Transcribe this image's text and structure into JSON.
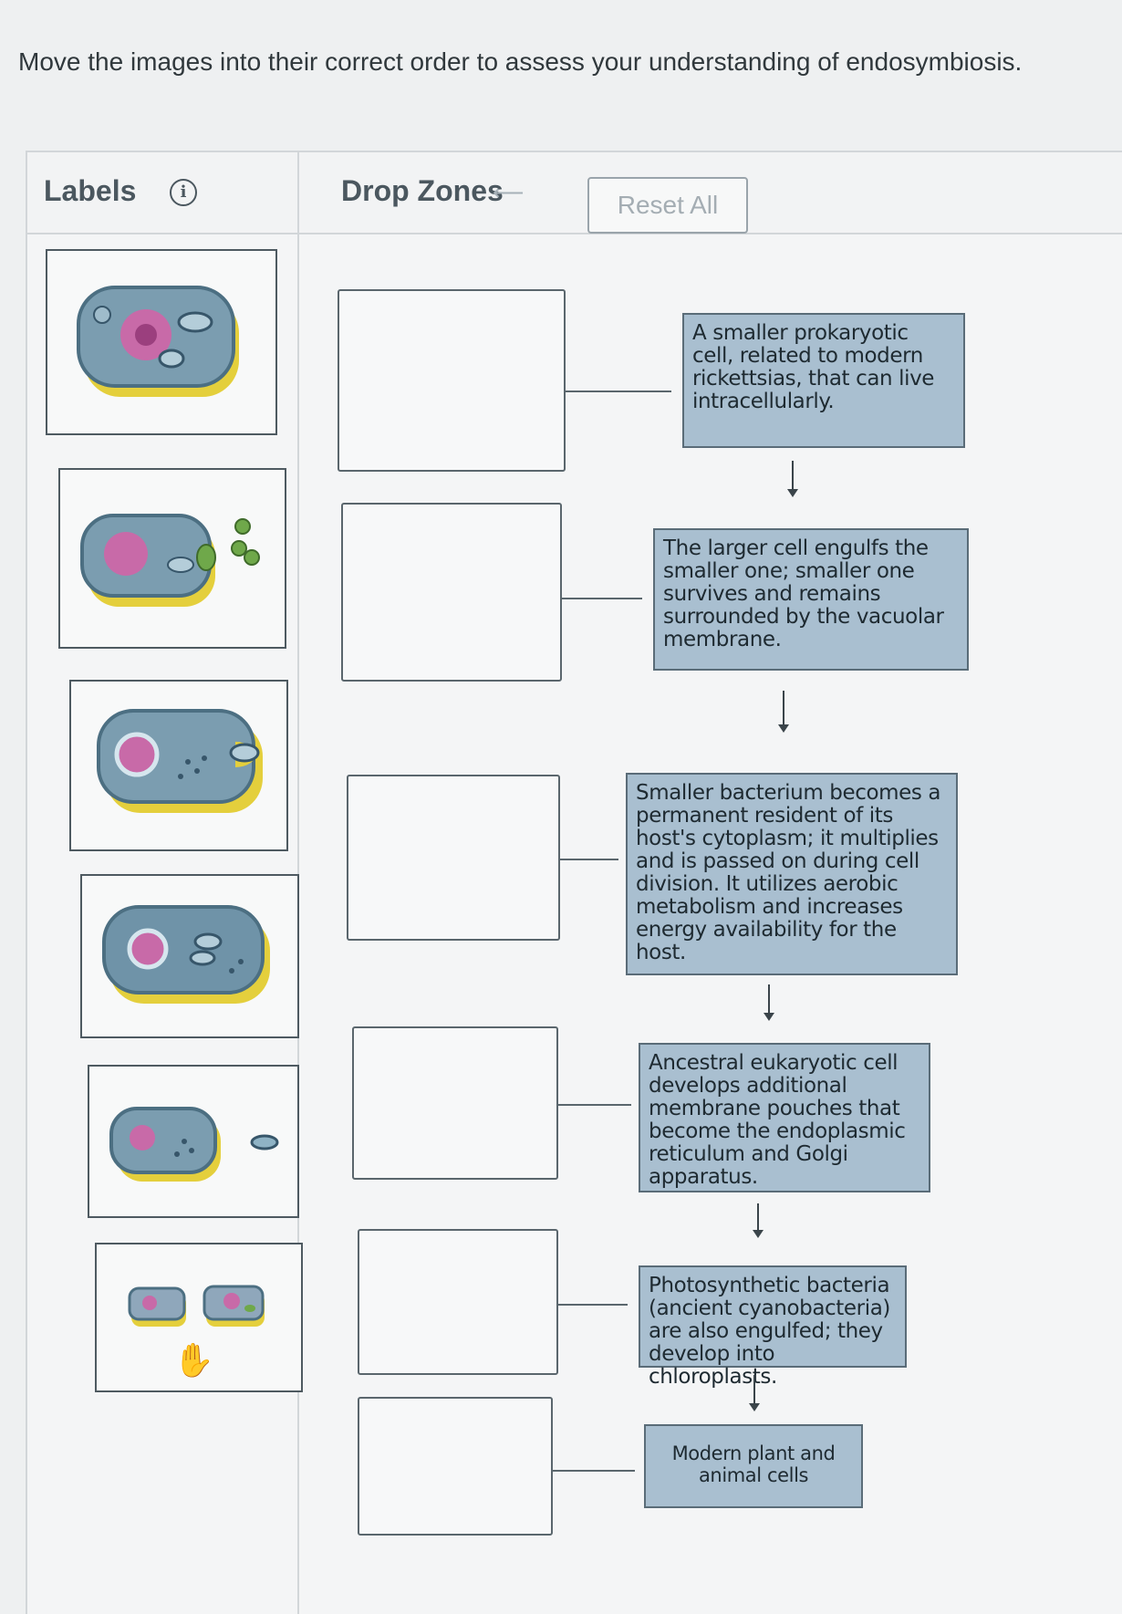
{
  "instructions": "Move the images into their correct order to assess your understanding of endosymbiosis.",
  "labels_panel": {
    "title": "Labels",
    "info_icon": "info-icon"
  },
  "drop_zones_panel": {
    "title": "Drop Zones",
    "undo_icon": "undo-icon",
    "reset_label": "Reset All"
  },
  "label_cards": [
    {
      "icon": "cell-with-mitochondrion-and-vacuole-image"
    },
    {
      "icon": "cell-engulfing-cyanobacteria-image"
    },
    {
      "icon": "cell-engulfing-prokaryote-image"
    },
    {
      "icon": "cell-with-engulfed-bacterium-image"
    },
    {
      "icon": "cell-with-free-bacterium-image"
    },
    {
      "icon": "two-modern-cells-image"
    }
  ],
  "descriptions": [
    "A smaller prokaryotic cell, related to modern rickettsias, that can live intracellularly.",
    "The larger cell engulfs the smaller one; smaller one survives and remains surrounded by the vacuolar membrane.",
    "Smaller bacterium becomes a permanent resident of its host's cytoplasm; it multiplies and is passed on during cell division. It utilizes aerobic metabolism and increases energy availability for the host.",
    "Ancestral eukaryotic cell develops additional membrane pouches that become the endoplasmic reticulum and Golgi apparatus.",
    "Photosynthetic bacteria (ancient cyanobacteria) are also engulfed; they develop into chloroplasts.",
    "Modern plant and animal cells"
  ],
  "colors": {
    "desc_box": "#a9bfd0",
    "cell_membrane": "#5d8fa6",
    "cell_wall": "#e4cf3c",
    "nucleus": "#c86aa8",
    "chloroplast": "#6fa84a"
  }
}
